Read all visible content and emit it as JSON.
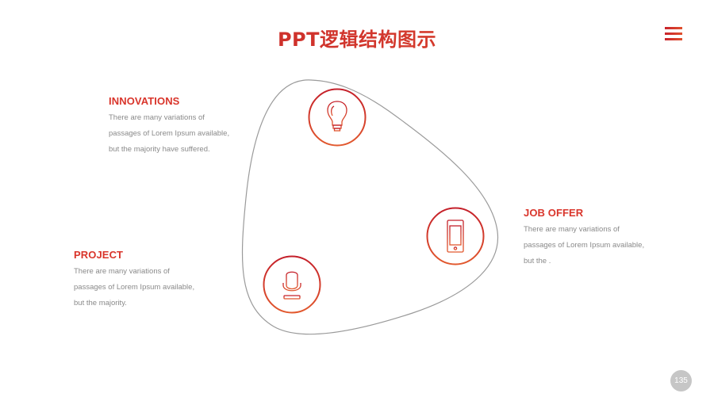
{
  "slide": {
    "title": "PPT逻辑结构图示",
    "page_number": "135"
  },
  "header": {
    "menu_icon": "hamburger-menu-icon"
  },
  "colors": {
    "accent_red": "#c8232c",
    "accent_orange": "#e2592e",
    "heading_red": "#d9352b",
    "body_gray": "#8a8a8a",
    "outline_gray": "#9a9a9a",
    "page_badge": "#c6c6c6"
  },
  "diagram": {
    "nodes": [
      {
        "icon": "lightbulb-icon",
        "label": "INNOVATIONS"
      },
      {
        "icon": "smartphone-icon",
        "label": "JOB OFFER"
      },
      {
        "icon": "microphone-icon",
        "label": "PROJECT"
      }
    ]
  },
  "blocks": {
    "innovations": {
      "heading": "INNOVATIONS",
      "lines": [
        "There are many variations of",
        "passages of Lorem Ipsum available,",
        "but the majority have suffered."
      ]
    },
    "project": {
      "heading": "PROJECT",
      "lines": [
        "There are many variations of",
        "passages of Lorem Ipsum available,",
        "but the majority."
      ]
    },
    "job_offer": {
      "heading": "JOB OFFER",
      "lines": [
        "There are many variations of",
        "passages of Lorem Ipsum available,",
        "but the ."
      ]
    }
  }
}
